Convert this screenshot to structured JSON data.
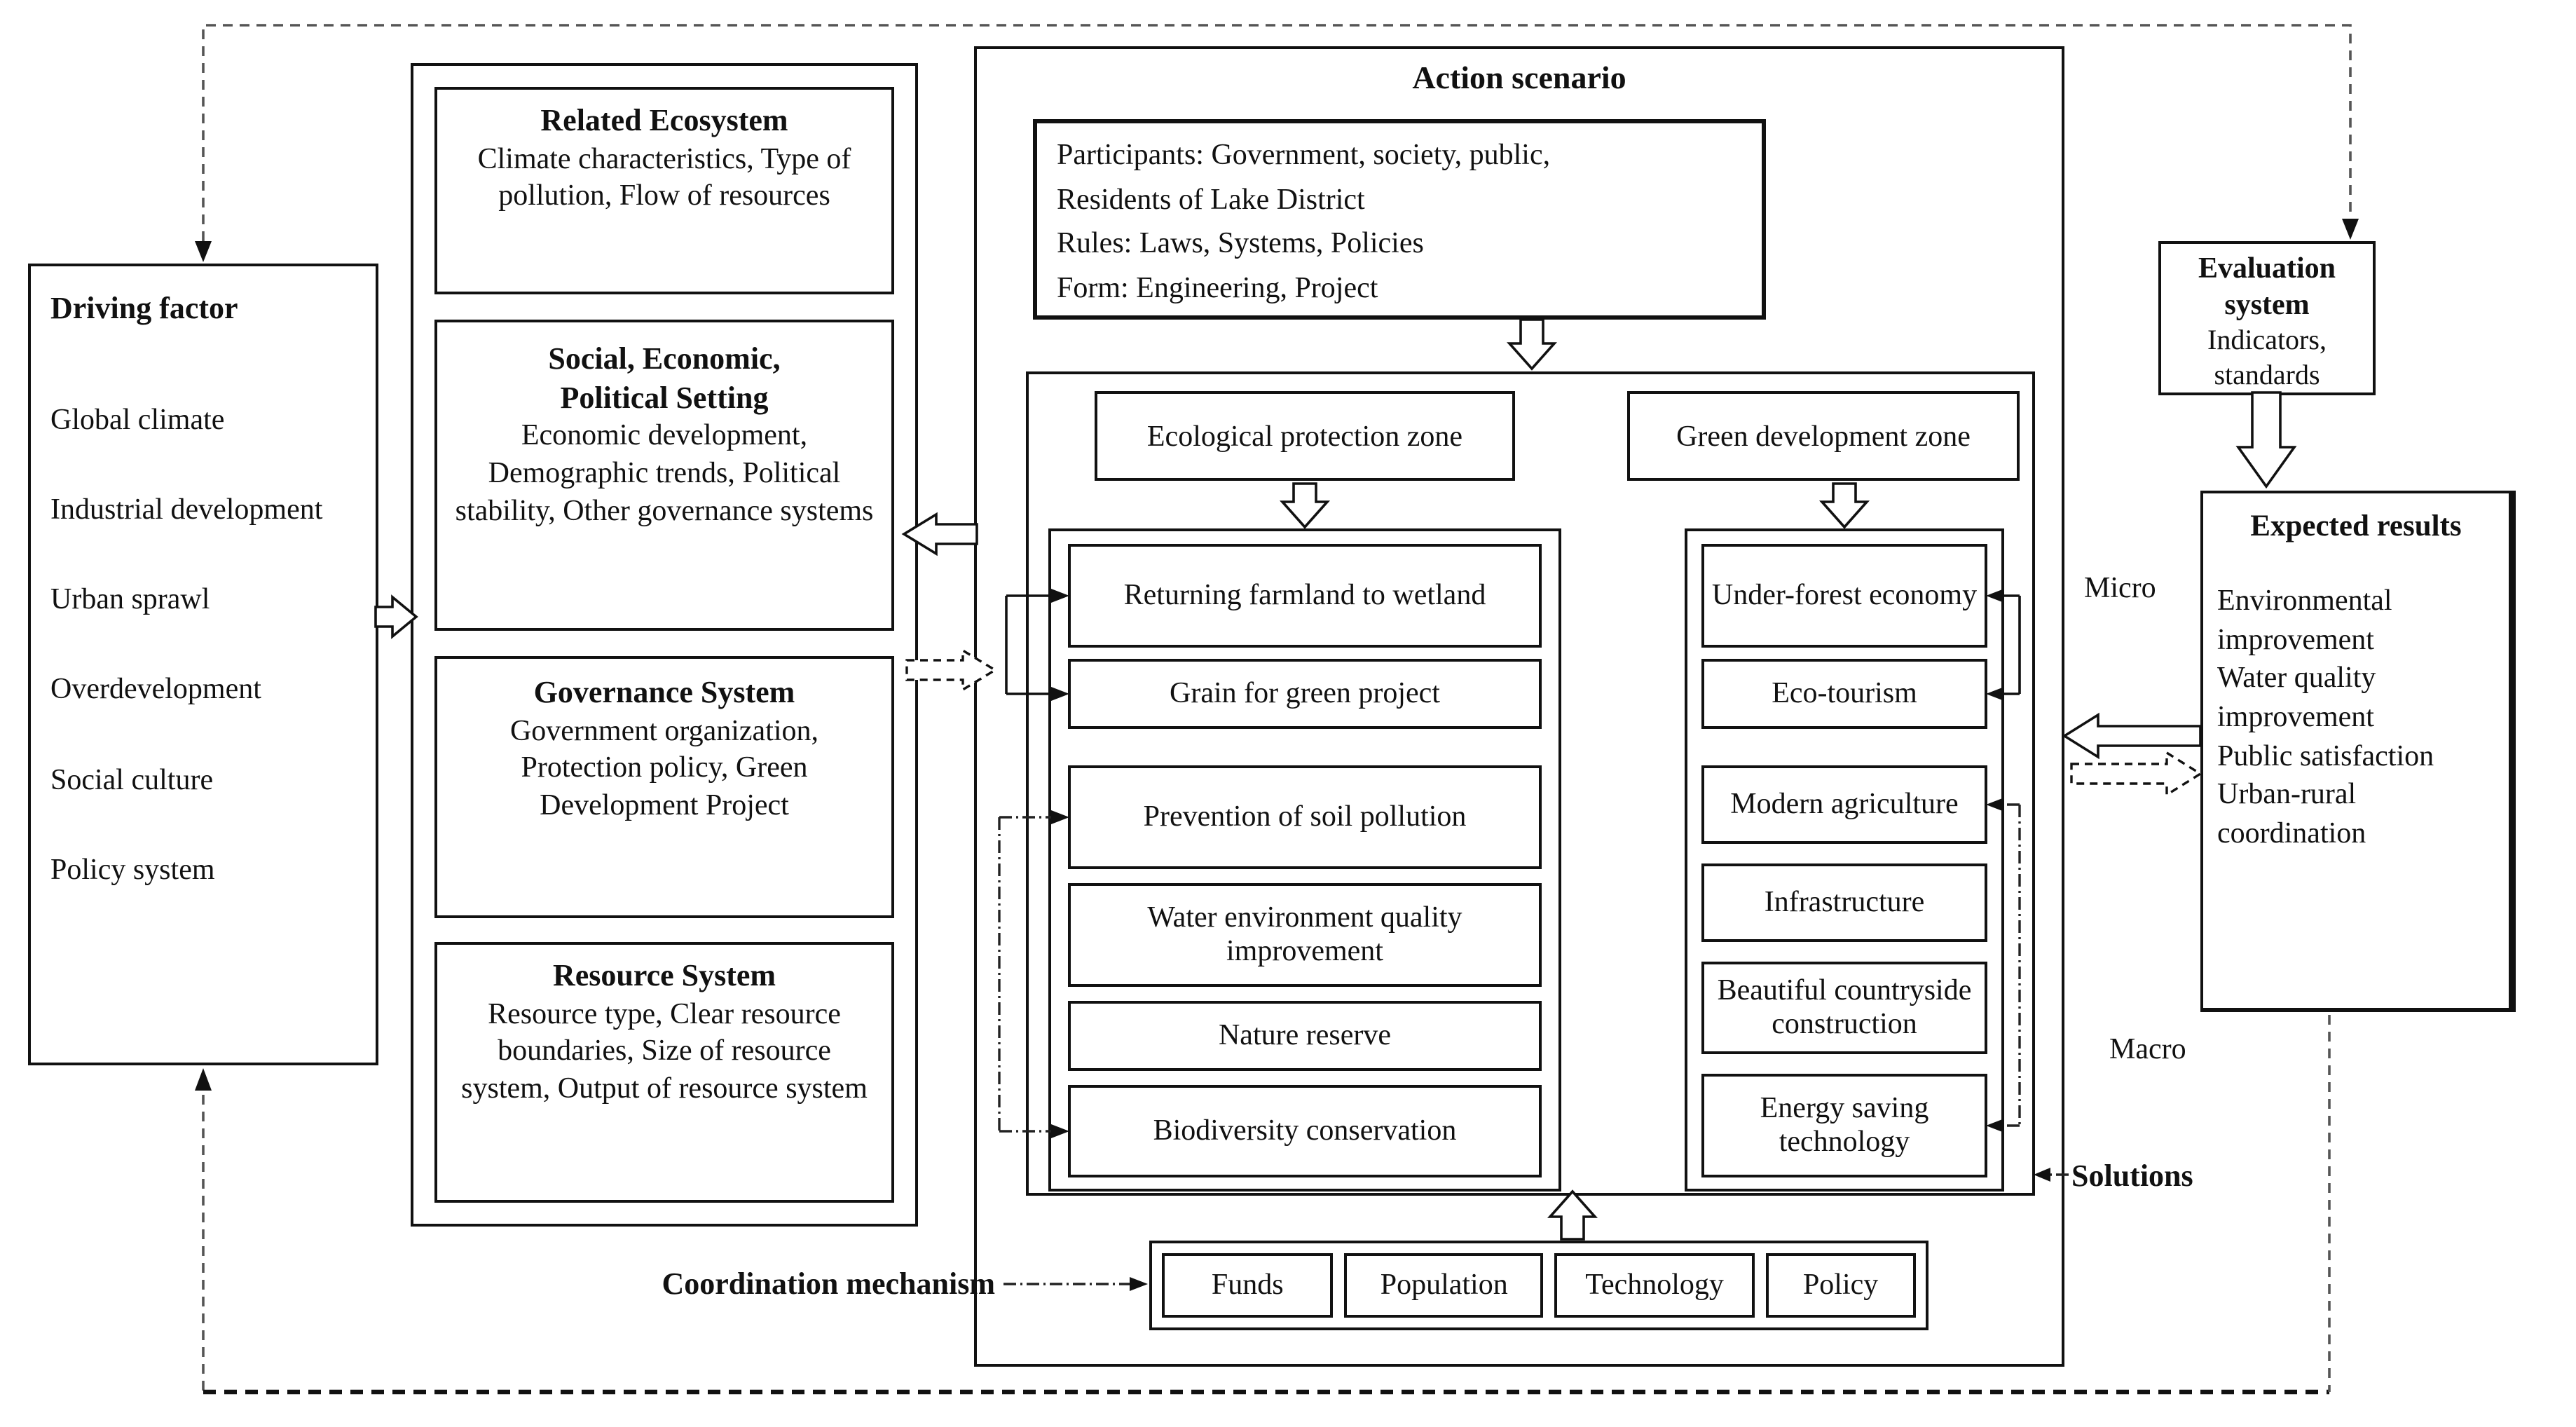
{
  "diagram": {
    "driving_factor": {
      "title": "Driving factor",
      "items": [
        "Global climate",
        "Industrial development",
        "Urban sprawl",
        "Overdevelopment",
        "Social culture",
        "Policy system"
      ]
    },
    "context_boxes": [
      {
        "title": "Related Ecosystem",
        "body": "Climate characteristics, Type of pollution, Flow of resources"
      },
      {
        "title": "Social, Economic, Political Setting",
        "body": "Economic development, Demographic trends, Political stability, Other governance systems"
      },
      {
        "title": "Governance System",
        "body": "Government organization, Protection policy, Green Development Project"
      },
      {
        "title": "Resource System",
        "body": "Resource type, Clear resource boundaries, Size of resource system, Output of resource system"
      }
    ],
    "action_scenario": {
      "title": "Action scenario",
      "participants_lines": [
        "Participants: Government, society, public,",
        "Residents of Lake District",
        "Rules: Laws, Systems, Policies",
        "Form: Engineering, Project"
      ],
      "eco_zone": {
        "title": "Ecological protection zone",
        "items": [
          "Returning farmland to wetland",
          "Grain for green project",
          "Prevention of soil pollution",
          "Water environment quality improvement",
          "Nature reserve",
          "Biodiversity conservation"
        ]
      },
      "green_zone": {
        "title": "Green development zone",
        "items": [
          "Under-forest economy",
          "Eco-tourism",
          "Modern agriculture",
          "Infrastructure",
          "Beautiful countryside construction",
          "Energy saving technology"
        ]
      },
      "coordination": {
        "label": "Coordination mechanism",
        "items": [
          "Funds",
          "Population",
          "Technology",
          "Policy"
        ]
      }
    },
    "evaluation_system": {
      "title": "Evaluation system",
      "body": "Indicators, standards"
    },
    "expected_results": {
      "title": "Expected results",
      "items": [
        "Environmental improvement",
        "Water quality improvement",
        "Public satisfaction",
        "Urban-rural coordination"
      ]
    },
    "labels": {
      "micro": "Micro",
      "macro": "Macro",
      "solutions": "Solutions"
    }
  }
}
